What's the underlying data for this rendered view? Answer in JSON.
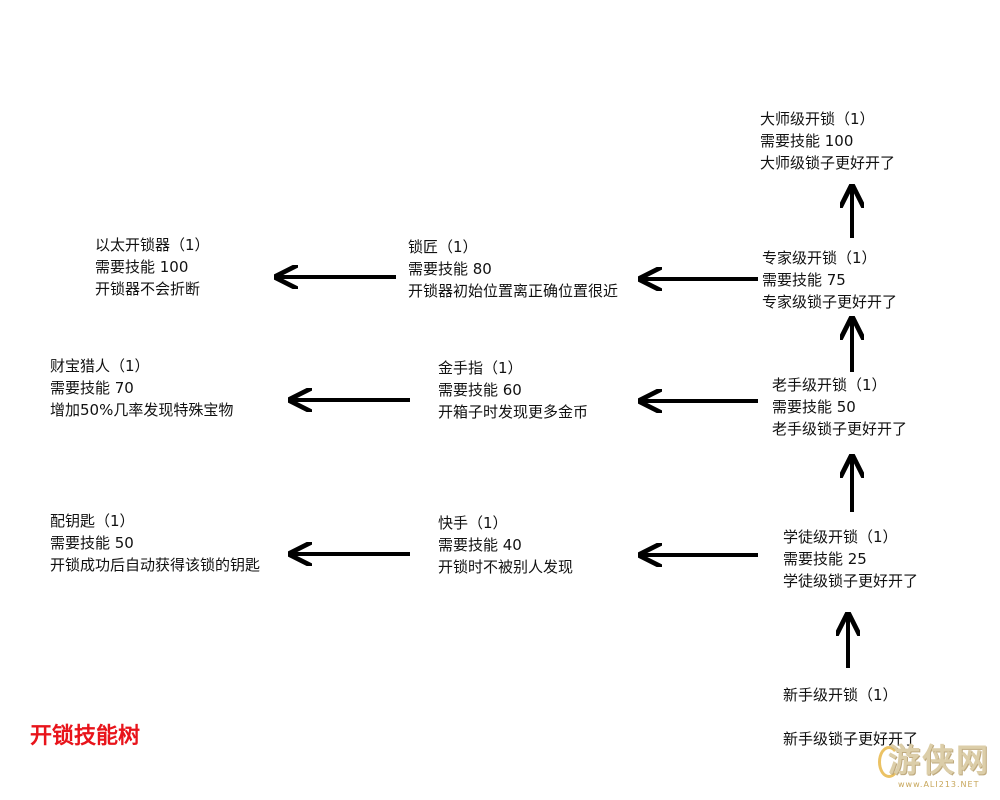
{
  "title": "开锁技能树",
  "nodes": [
    {
      "id": "grandmaster",
      "lines": [
        "大师级开锁（1）",
        "需要技能 100",
        "大师级锁子更好开了"
      ]
    },
    {
      "id": "expert",
      "lines": [
        "专家级开锁（1）",
        "需要技能 75",
        "专家级锁子更好开了"
      ]
    },
    {
      "id": "adept",
      "lines": [
        "老手级开锁（1）",
        "需要技能 50",
        "老手级锁子更好开了"
      ]
    },
    {
      "id": "apprentice",
      "lines": [
        "学徒级开锁（1）",
        "需要技能 25",
        "学徒级锁子更好开了"
      ]
    },
    {
      "id": "novice",
      "lines": [
        "新手级开锁（1）",
        "",
        "新手级锁子更好开了"
      ]
    },
    {
      "id": "locksmith",
      "lines": [
        "锁匠（1）",
        "需要技能 80",
        "开锁器初始位置离正确位置很近"
      ]
    },
    {
      "id": "golden-touch",
      "lines": [
        "金手指（1）",
        "需要技能 60",
        "开箱子时发现更多金币"
      ]
    },
    {
      "id": "quick-hands",
      "lines": [
        "快手（1）",
        "需要技能 40",
        "开锁时不被别人发现"
      ]
    },
    {
      "id": "wax-key",
      "lines": [
        "配钥匙（1）",
        "需要技能 50",
        "开锁成功后自动获得该锁的钥匙"
      ]
    },
    {
      "id": "treasure-hunter",
      "lines": [
        "财宝猎人（1）",
        "需要技能 70",
        "增加50%几率发现特殊宝物"
      ]
    },
    {
      "id": "unbreakable",
      "lines": [
        "以太开锁器（1）",
        "需要技能 100",
        "开锁器不会折断"
      ]
    }
  ],
  "edges": [
    {
      "from": "novice",
      "to": "apprentice"
    },
    {
      "from": "apprentice",
      "to": "adept"
    },
    {
      "from": "adept",
      "to": "expert"
    },
    {
      "from": "expert",
      "to": "grandmaster"
    },
    {
      "from": "apprentice",
      "to": "quick-hands"
    },
    {
      "from": "quick-hands",
      "to": "wax-key"
    },
    {
      "from": "adept",
      "to": "golden-touch"
    },
    {
      "from": "golden-touch",
      "to": "treasure-hunter"
    },
    {
      "from": "expert",
      "to": "locksmith"
    },
    {
      "from": "locksmith",
      "to": "unbreakable"
    }
  ],
  "colors": {
    "title": "#e8141b",
    "text": "#111111",
    "arrow": "#000000"
  },
  "watermark": {
    "logo_text": "游侠网",
    "site": "www.ALI213.NET"
  }
}
